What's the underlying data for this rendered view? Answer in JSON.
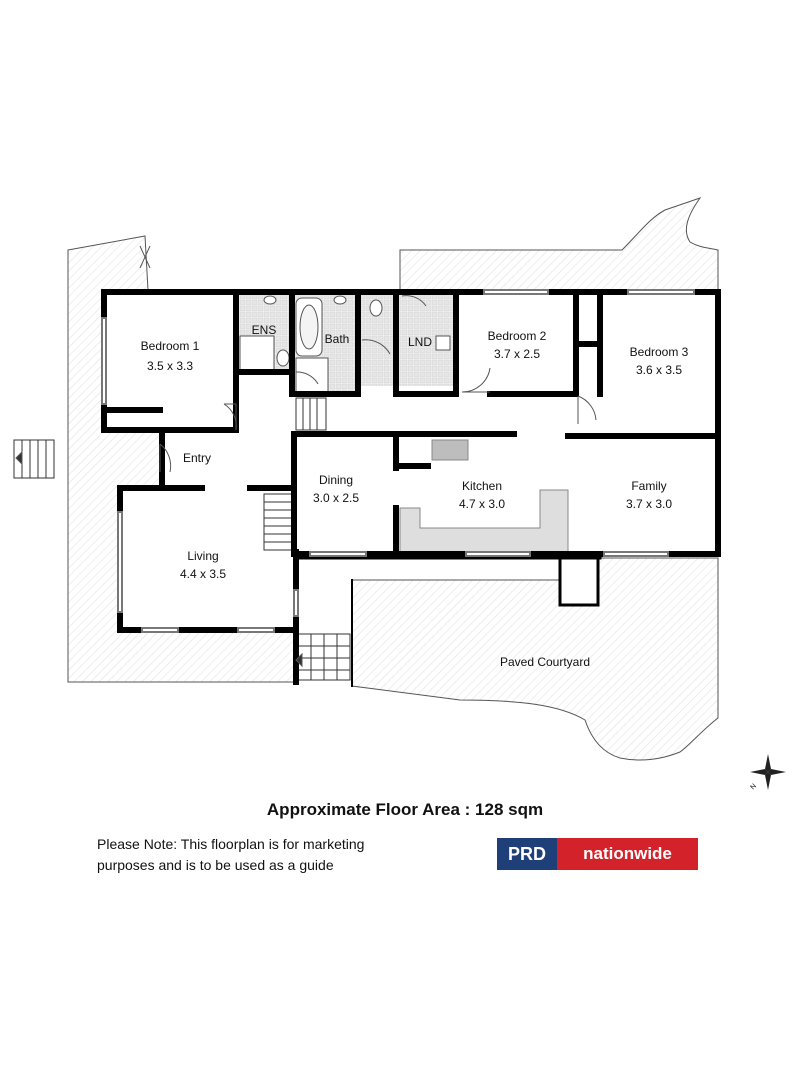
{
  "rooms": {
    "bedroom1": {
      "name": "Bedroom 1",
      "size": "3.5 x 3.3"
    },
    "ens": {
      "name": "ENS"
    },
    "bath": {
      "name": "Bath"
    },
    "lnd": {
      "name": "LND"
    },
    "bedroom2": {
      "name": "Bedroom 2",
      "size": "3.7 x 2.5"
    },
    "bedroom3": {
      "name": "Bedroom 3",
      "size": "3.6 x 3.5"
    },
    "entry": {
      "name": "Entry"
    },
    "dining": {
      "name": "Dining",
      "size": "3.0 x 2.5"
    },
    "kitchen": {
      "name": "Kitchen",
      "size": "4.7 x 3.0"
    },
    "family": {
      "name": "Family",
      "size": "3.7 x 3.0"
    },
    "living": {
      "name": "Living",
      "size": "4.4 x 3.5"
    },
    "courtyard": {
      "name": "Paved Courtyard"
    }
  },
  "floor_area": "Approximate Floor Area : 128 sqm",
  "note": {
    "line1": "Please Note: This floorplan is for marketing",
    "line2": "purposes and is to be used as a guide"
  },
  "logo": {
    "left": "PRD",
    "right": "nationwide",
    "left_color": "#1f3f78",
    "right_color": "#d4222a"
  },
  "compass": {
    "label": "N"
  }
}
